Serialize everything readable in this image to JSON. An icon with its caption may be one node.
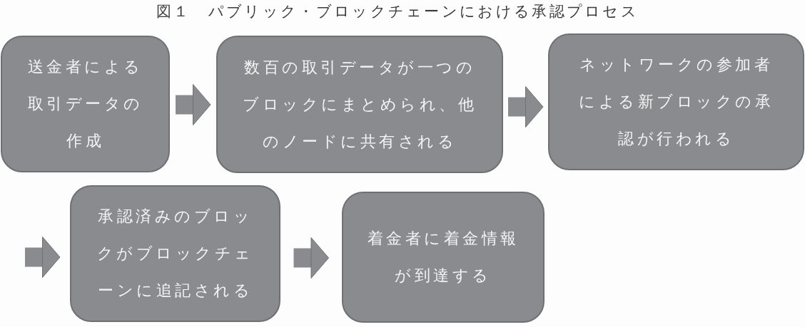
{
  "diagram": {
    "title": "図１　パブリック・ブロックチェーンにおける承認プロセス",
    "nodes": [
      {
        "text": [
          "送金者による取引データの作成"
        ]
      },
      {
        "text": [
          "数百の取引データが一つのブロックにまとめられ、他のノードに共有される"
        ]
      },
      {
        "text": [
          "ネットワークの参加者による新ブロックの承認が行われる"
        ]
      },
      {
        "text": [
          "承認済みのブロックがブロックチェーンに追記される"
        ]
      },
      {
        "text": [
          "着金者に着金情報が到達する"
        ]
      }
    ],
    "edges": [
      {
        "from": 0,
        "to": 1,
        "arrow": "to"
      },
      {
        "from": 1,
        "to": 2,
        "arrow": "to"
      },
      {
        "from": null,
        "to": 3,
        "arrow": "to"
      },
      {
        "from": 3,
        "to": 4,
        "arrow": "to"
      }
    ]
  }
}
